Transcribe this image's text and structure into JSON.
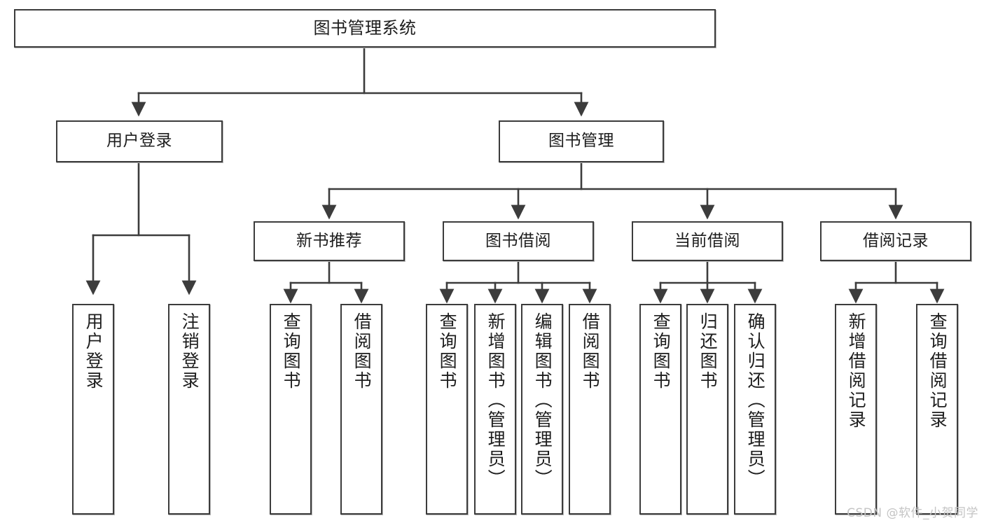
{
  "diagram": {
    "title": "图书管理系统",
    "type": "tree",
    "watermark": "CSDN @软件_小贺同学",
    "colors": {
      "border": "#3c3c3c",
      "fill": "#ffffff",
      "edge": "#3c3c3c",
      "text": "#1d1d1d",
      "watermark": "#c4c4c4"
    },
    "levels": {
      "root": [
        "图书管理系统"
      ],
      "level2": [
        "用户登录",
        "图书管理"
      ],
      "level3": [
        "新书推荐",
        "图书借阅",
        "当前借阅",
        "借阅记录"
      ],
      "leaves": [
        "用户登录",
        "注销登录",
        "查询图书",
        "借阅图书",
        "查询图书",
        "新增图书（管理员）",
        "编辑图书（管理员）",
        "借阅图书",
        "查询图书",
        "归还图书",
        "确认归还（管理员）",
        "新增借阅记录",
        "查询借阅记录"
      ]
    }
  },
  "nodes": {
    "root": {
      "label": "图书管理系统"
    },
    "user_login": {
      "label": "用户登录"
    },
    "book_manage": {
      "label": "图书管理"
    },
    "new_book_rec": {
      "label": "新书推荐"
    },
    "book_borrow": {
      "label": "图书借阅"
    },
    "current_borrow": {
      "label": "当前借阅"
    },
    "borrow_record": {
      "label": "借阅记录"
    },
    "leaf_user_login": {
      "label": "用户登录"
    },
    "leaf_logout": {
      "label": "注销登录"
    },
    "leaf_query_book_1": {
      "label": "查询图书"
    },
    "leaf_borrow_book_1": {
      "label": "借阅图书"
    },
    "leaf_query_book_2": {
      "label": "查询图书"
    },
    "leaf_add_book": {
      "label": "新增图书（管理员）"
    },
    "leaf_edit_book": {
      "label": "编辑图书（管理员）"
    },
    "leaf_borrow_book_2": {
      "label": "借阅图书"
    },
    "leaf_query_book_3": {
      "label": "查询图书"
    },
    "leaf_return_book": {
      "label": "归还图书"
    },
    "leaf_confirm_return": {
      "label": "确认归还（管理员）"
    },
    "leaf_add_record": {
      "label": "新增借阅记录"
    },
    "leaf_query_record": {
      "label": "查询借阅记录"
    }
  }
}
